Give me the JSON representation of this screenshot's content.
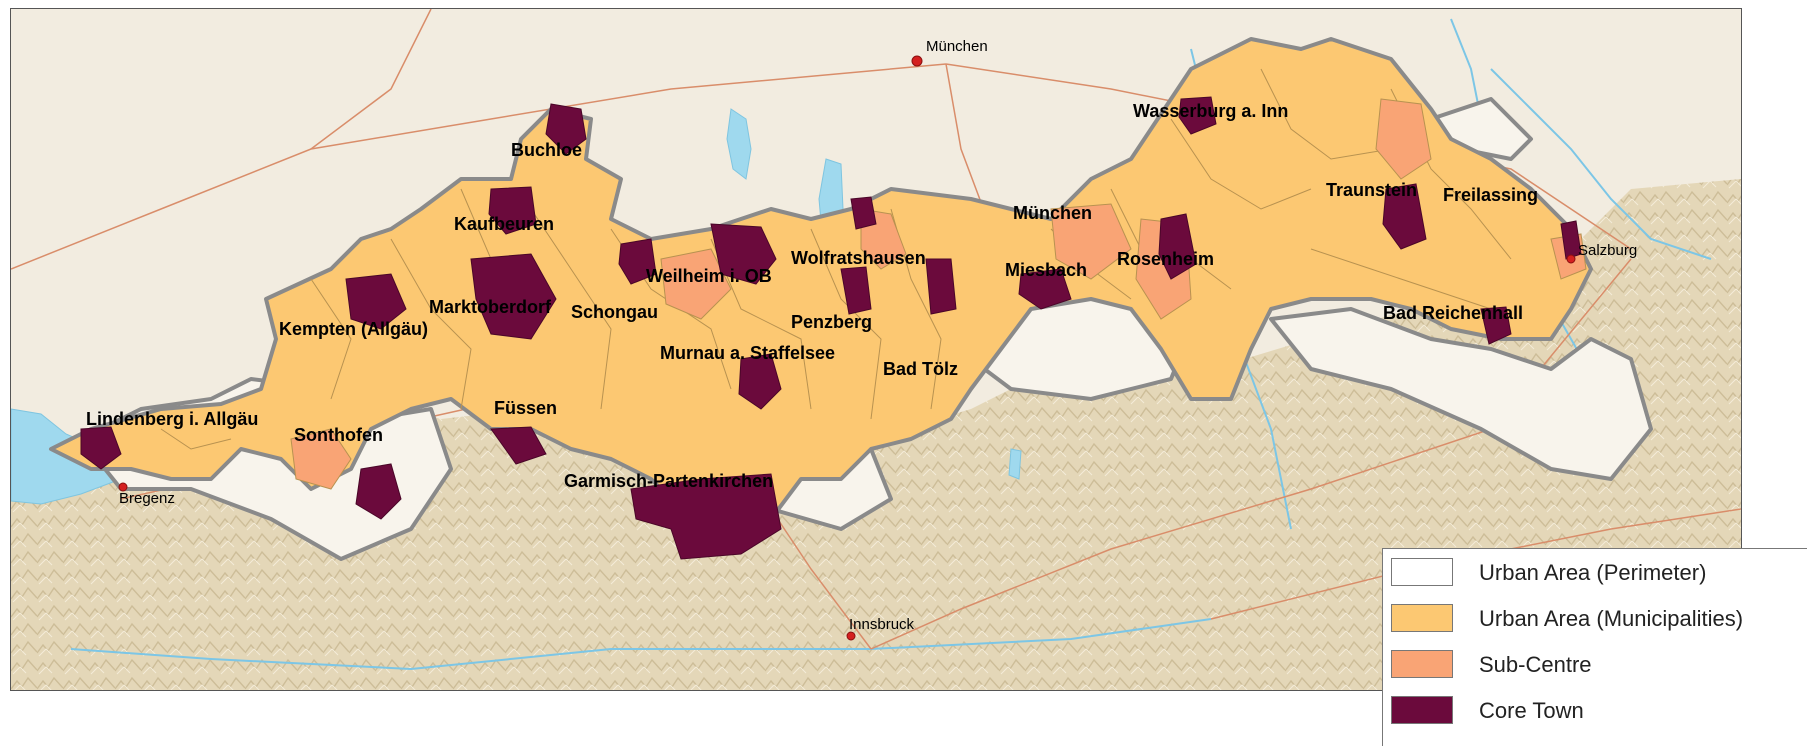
{
  "legend": {
    "items": [
      {
        "label": "Urban Area (Perimeter)",
        "color": "#ffffff"
      },
      {
        "label": "Urban Area (Municipalities)",
        "color": "#fcc872"
      },
      {
        "label": "Sub-Centre",
        "color": "#f9a475"
      },
      {
        "label": "Core Town",
        "color": "#6b0a3c"
      }
    ]
  },
  "towns": {
    "buchloe": "Buchloe",
    "kaufbeuren": "Kaufbeuren",
    "kempten": "Kempten (Allgäu)",
    "marktoberdorf": "Marktoberdorf",
    "schongau": "Schongau",
    "weilheim": "Weilheim i. OB",
    "wolfratshausen": "Wolfratshausen",
    "penzberg": "Penzberg",
    "murnau": "Murnau a. Staffelsee",
    "bad_toelz": "Bad Tölz",
    "miesbach": "Miesbach",
    "muenchen_region": "München",
    "rosenheim": "Rosenheim",
    "wasserburg": "Wasserburg a. Inn",
    "traunstein": "Traunstein",
    "freilassing": "Freilassing",
    "bad_reichenhall": "Bad Reichenhall",
    "lindenberg": "Lindenberg i. Allgäu",
    "sonthofen": "Sonthofen",
    "fuessen": "Füssen",
    "garmisch": "Garmisch-Partenkirchen"
  },
  "cities": {
    "muenchen": "München",
    "salzburg": "Salzburg",
    "bregenz": "Bregenz",
    "innsbruck": "Innsbruck"
  },
  "colors": {
    "background": "#f2ece0",
    "mountains": "#e3d6b6",
    "water": "#9fd9ee",
    "urban_area": "#fcc872",
    "sub_centre": "#f9a475",
    "core_town": "#6b0a3c",
    "perimeter_border": "#8a8a8a",
    "roads": "#d98d6a",
    "city_marker": "#d42020"
  }
}
